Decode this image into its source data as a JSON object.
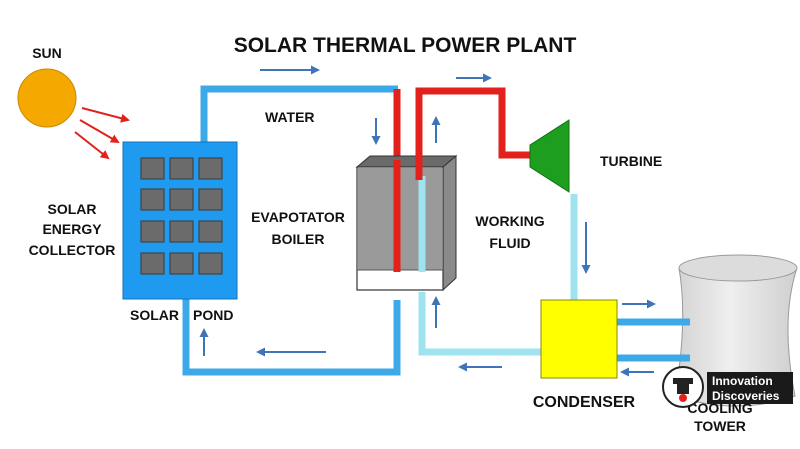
{
  "title": "SOLAR THERMAL POWER PLANT",
  "labels": {
    "sun": "SUN",
    "water": "WATER",
    "solar": "SOLAR",
    "energy": "ENERGY",
    "collector": "COLLECTOR",
    "evaporator": "EVAPOTATOR",
    "boiler": "BOILER",
    "turbine": "TURBINE",
    "working": "WORKING",
    "fluid": "FLUID",
    "pond_solar": "SOLAR",
    "pond": "POND",
    "condenser": "CONDENSER",
    "cooling": "COOLING",
    "tower": "TOWER"
  },
  "watermark": {
    "line1": "Innovation",
    "line2": "Discoveries"
  },
  "colors": {
    "sun": "#F5A800",
    "sun_rays": "#E2211C",
    "collector": "#1E9BF0",
    "collector_cells": "#6B6B6B",
    "hot_pipe": "#E2211C",
    "cold_pipe": "#3DA9E8",
    "fluid_pipe": "#9FE3EE",
    "arrows": "#3F74B8",
    "turbine": "#1E9E1E",
    "condenser": "#FFFF00",
    "cooling_tower": "#E6E6E6"
  }
}
